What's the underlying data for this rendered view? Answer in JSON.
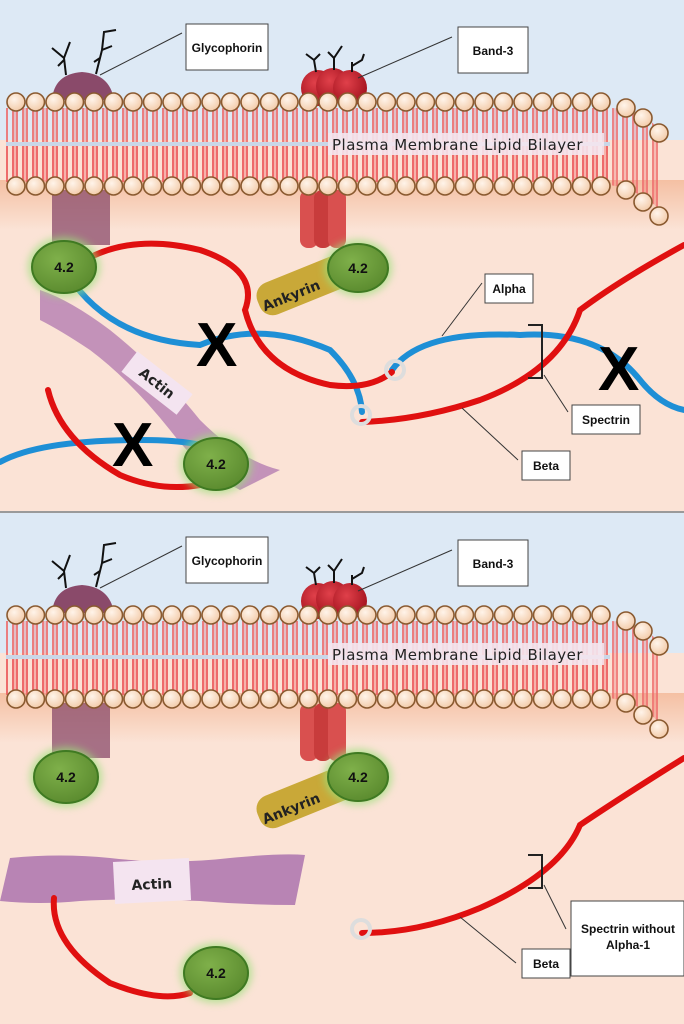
{
  "figure": {
    "title": "Red blood cell membrane skeleton — normal vs. spectrin without alpha-1",
    "colors": {
      "sky": "#dde9f5",
      "cytoplasm": "#fbe3d6",
      "lipid_head": "#f6dcc4",
      "lipid_tail": "#ee6b6b",
      "alpha_spectrin": "#1e8fd6",
      "beta_spectrin": "#e01010",
      "protein_4_2": "#6a9a3a",
      "ankyrin": "#c9a838",
      "actin": "#b884b4",
      "band3": "#c0182a",
      "glycophorin": "#8a4a6a"
    }
  },
  "top_panel": {
    "membrane_label": "Plasma Membrane Lipid Bilayer",
    "labels": {
      "glycophorin": "Glycophorin",
      "band3": "Band-3",
      "alpha": "Alpha",
      "spectrin": "Spectrin",
      "beta": "Beta"
    },
    "proteins": {
      "protein42_a": "4.2",
      "protein42_b": "4.2",
      "protein42_c": "4.2",
      "ankyrin": "Ankyrin",
      "actin": "Actin"
    },
    "disruption_marks": [
      "X",
      "X",
      "X"
    ]
  },
  "bottom_panel": {
    "membrane_label": "Plasma Membrane Lipid Bilayer",
    "labels": {
      "glycophorin": "Glycophorin",
      "band3": "Band-3",
      "spectrin_without_alpha": "Spectrin without",
      "spectrin_without_alpha_line2": "Alpha-1",
      "beta": "Beta"
    },
    "proteins": {
      "protein42_a": "4.2",
      "protein42_b": "4.2",
      "protein42_c": "4.2",
      "ankyrin": "Ankyrin",
      "actin": "Actin"
    }
  }
}
